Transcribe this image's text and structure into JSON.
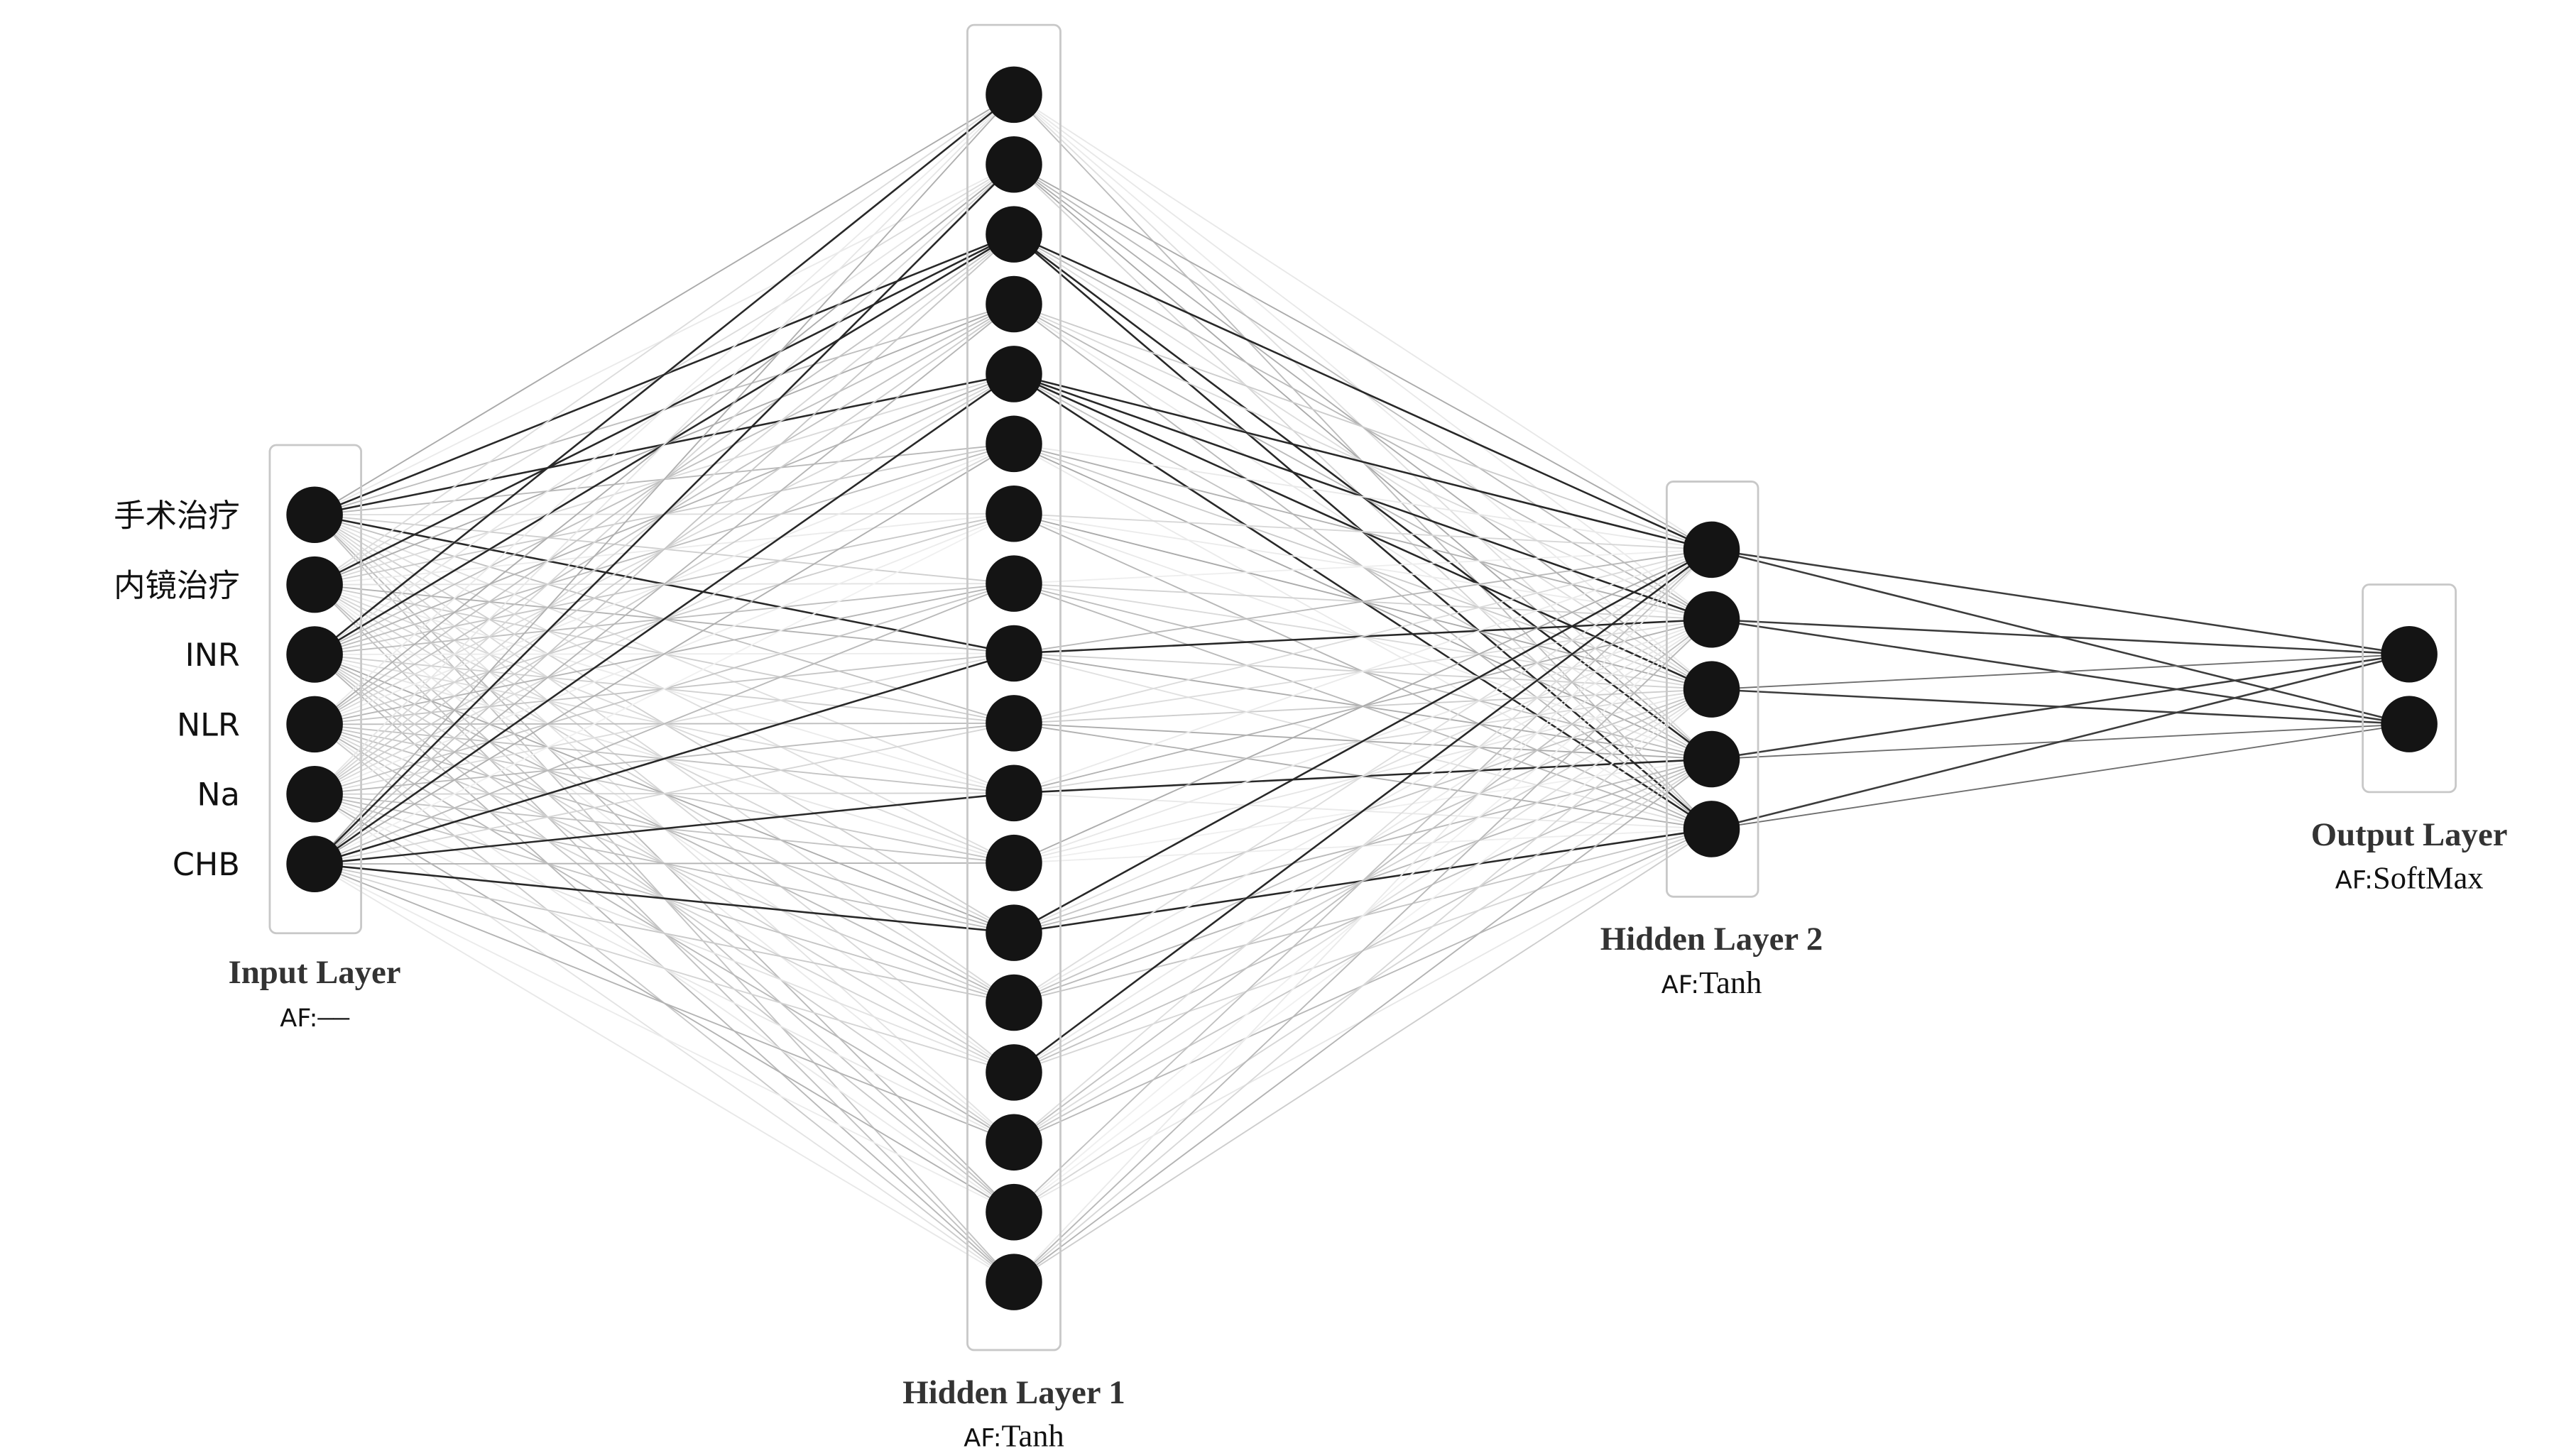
{
  "layers": [
    {
      "title": "Input Layer",
      "af_prefix": "AF:",
      "af": "––",
      "count": 6,
      "node_labels": [
        "手术治疗",
        "内镜治疗",
        "INR",
        "NLR",
        "Na",
        "CHB"
      ]
    },
    {
      "title": "Hidden Layer 1",
      "af_prefix": "AF:",
      "af": "Tanh",
      "count": 18
    },
    {
      "title": "Hidden Layer 2",
      "af_prefix": "AF:",
      "af": "Tanh",
      "count": 5
    },
    {
      "title": "Output Layer",
      "af_prefix": "AF:",
      "af": "SoftMax",
      "count": 2
    }
  ]
}
